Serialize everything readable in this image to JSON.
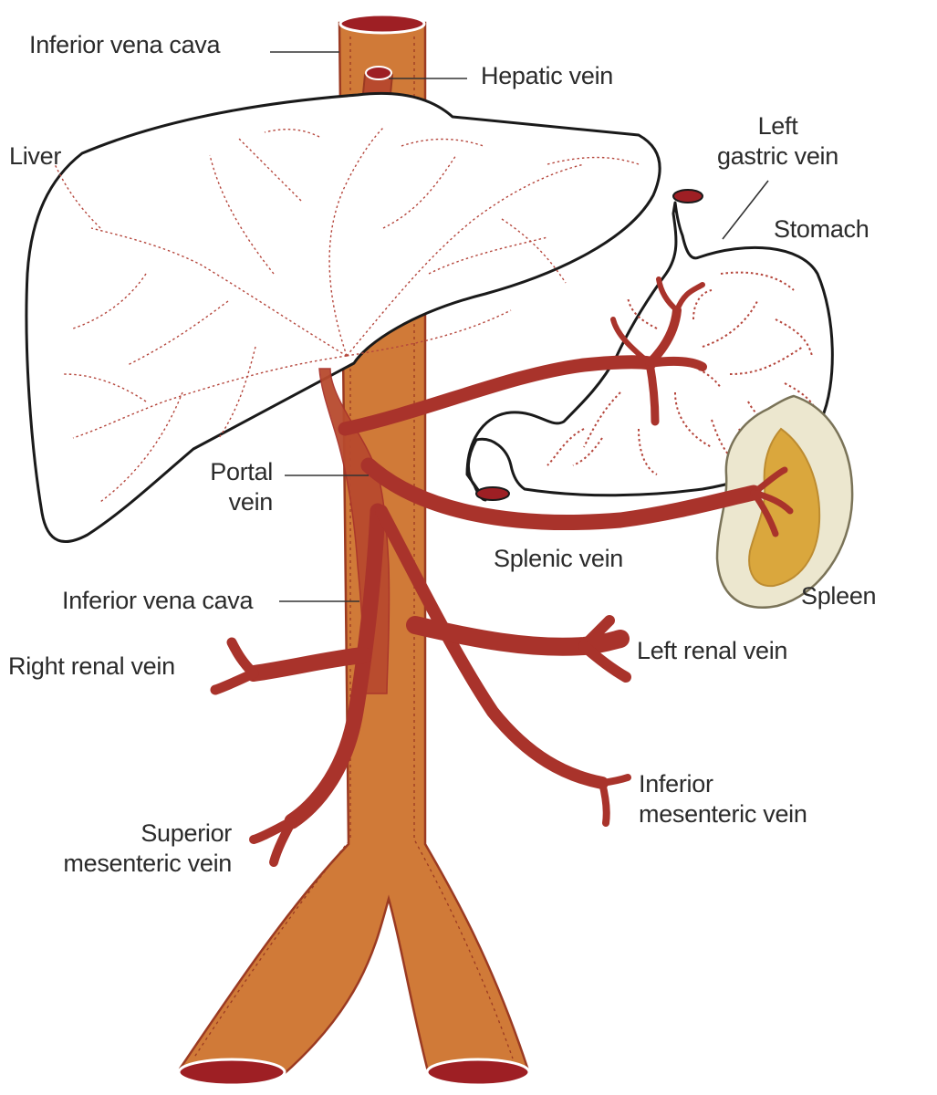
{
  "diagram": {
    "colors": {
      "ivc_fill": "#d07a38",
      "ivc_stroke": "#9b3a22",
      "portal_fill": "#b84a2e",
      "vein_red": "#a9332b",
      "vessel_opening": "#9e1f24",
      "organ_outline": "#1a1a1a",
      "organ_fill": "#ffffff",
      "capillary": "#b5463c",
      "spleen_fill": "#ece7cf",
      "spleen_core": "#d9a12e",
      "leader_line": "#333333"
    },
    "labels": {
      "ivc_top": "Inferior vena cava",
      "hepatic_vein": "Hepatic vein",
      "liver": "Liver",
      "left_gastric_vein": [
        "Left",
        "gastric vein"
      ],
      "stomach": "Stomach",
      "portal_vein": [
        "Portal",
        "vein"
      ],
      "splenic_vein": "Splenic vein",
      "spleen": "Spleen",
      "ivc_bottom": "Inferior vena cava",
      "left_renal_vein": "Left renal vein",
      "right_renal_vein": "Right renal vein",
      "inferior_mesenteric_vein": [
        "Inferior",
        "mesenteric vein"
      ],
      "superior_mesenteric_vein": [
        "Superior",
        "mesenteric vein"
      ]
    }
  }
}
